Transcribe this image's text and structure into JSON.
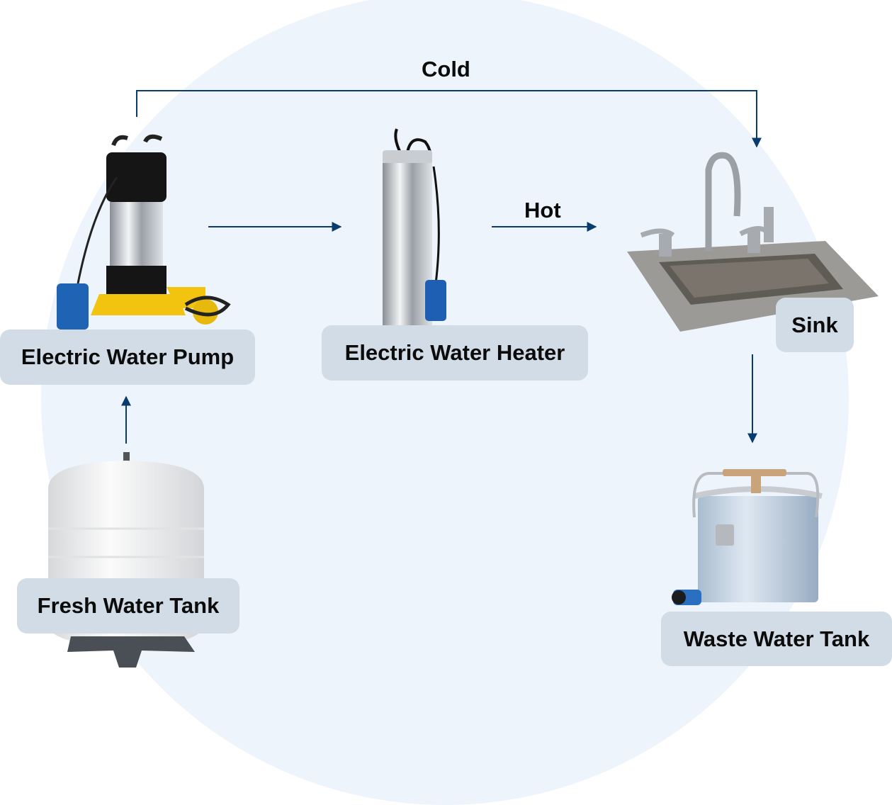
{
  "diagram": {
    "title": "Water flow system",
    "colors": {
      "background": "#eef4fb",
      "arrow": "#083c6e",
      "label_bg": "#d2dce6",
      "text": "#0b0b0b"
    },
    "nodes": [
      {
        "id": "pump",
        "label": "Electric Water Pump",
        "icon": "electric-water-pump"
      },
      {
        "id": "heater",
        "label": "Electric Water Heater",
        "icon": "electric-water-heater"
      },
      {
        "id": "sink",
        "label": "Sink",
        "icon": "sink"
      },
      {
        "id": "fresh",
        "label": "Fresh Water Tank",
        "icon": "fresh-water-tank"
      },
      {
        "id": "waste",
        "label": "Waste Water Tank",
        "icon": "waste-water-tank"
      }
    ],
    "edges": [
      {
        "from": "fresh",
        "to": "pump",
        "label": ""
      },
      {
        "from": "pump",
        "to": "heater",
        "label": ""
      },
      {
        "from": "heater",
        "to": "sink",
        "label": "Hot"
      },
      {
        "from": "pump",
        "to": "sink",
        "label": "Cold"
      },
      {
        "from": "sink",
        "to": "waste",
        "label": ""
      }
    ]
  }
}
